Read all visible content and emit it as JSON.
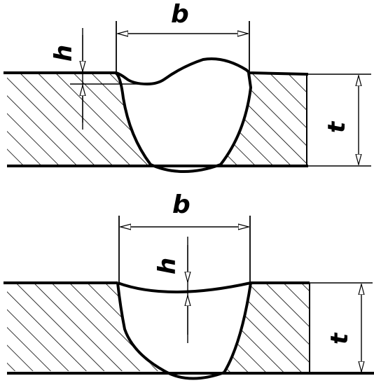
{
  "diagrams": [
    {
      "id": "top",
      "labels": {
        "width": "b",
        "depth": "h",
        "thickness": "t"
      }
    },
    {
      "id": "bottom",
      "labels": {
        "width": "b",
        "depth": "h",
        "thickness": "t"
      }
    }
  ],
  "colors": {
    "ink": "#000000",
    "paper": "#ffffff"
  }
}
